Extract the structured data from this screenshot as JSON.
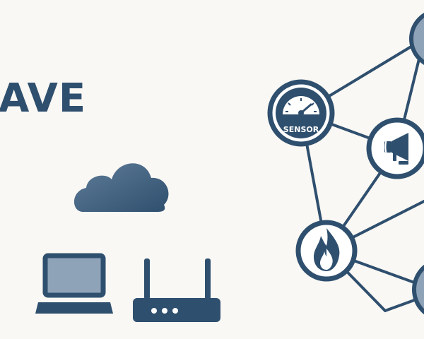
{
  "brand": {
    "text": "AVE"
  },
  "nodes": [
    {
      "id": "sensor",
      "label": "SENSOR",
      "icon": "gauge-icon"
    },
    {
      "id": "siren",
      "icon": "siren-icon"
    },
    {
      "id": "fire",
      "icon": "flame-icon"
    },
    {
      "id": "top-right",
      "icon": "device-icon"
    },
    {
      "id": "bottom-right",
      "icon": "device-icon"
    }
  ],
  "devices": [
    {
      "id": "cloud",
      "icon": "cloud-icon"
    },
    {
      "id": "laptop",
      "icon": "laptop-icon"
    },
    {
      "id": "router",
      "icon": "router-icon"
    }
  ],
  "colors": {
    "primary": "#2f4f6e",
    "accent_light": "#8fa3b8",
    "node_fill": "#ffffff",
    "background": "#faf8f4"
  }
}
